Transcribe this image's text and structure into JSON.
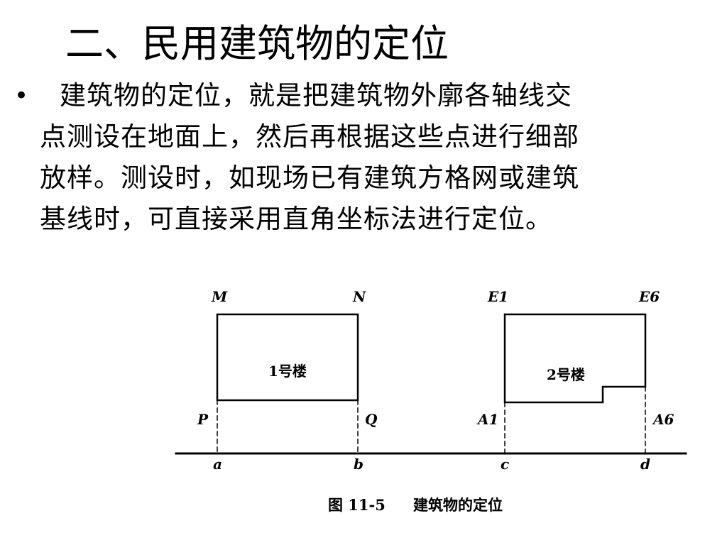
{
  "slide": {
    "title": "二、民用建筑物的定位",
    "bullet_marker": "•",
    "bullet_lines": [
      "建筑物的定位，就是把建筑物外廓各轴线交",
      "点测设在地面上，然后再根据这些点进行细部",
      "放样。测设时，如现场已有建筑方格网或建筑",
      "基线时，可直接采用直角坐标法进行定位。"
    ]
  },
  "figure": {
    "building1": {
      "label": "1号楼",
      "corners": {
        "top_left": "M",
        "top_right": "N",
        "bottom_left": "P",
        "bottom_right": "Q"
      }
    },
    "building2": {
      "label": "2号楼",
      "corners": {
        "top_left": "E1",
        "top_right": "E6",
        "bottom_left": "A1",
        "bottom_right": "A6"
      }
    },
    "baseline_points": [
      "a",
      "b",
      "c",
      "d"
    ],
    "caption_number": "图 11-5",
    "caption_text": "建筑物的定位"
  },
  "colors": {
    "ink": "#000000",
    "background": "#ffffff"
  }
}
